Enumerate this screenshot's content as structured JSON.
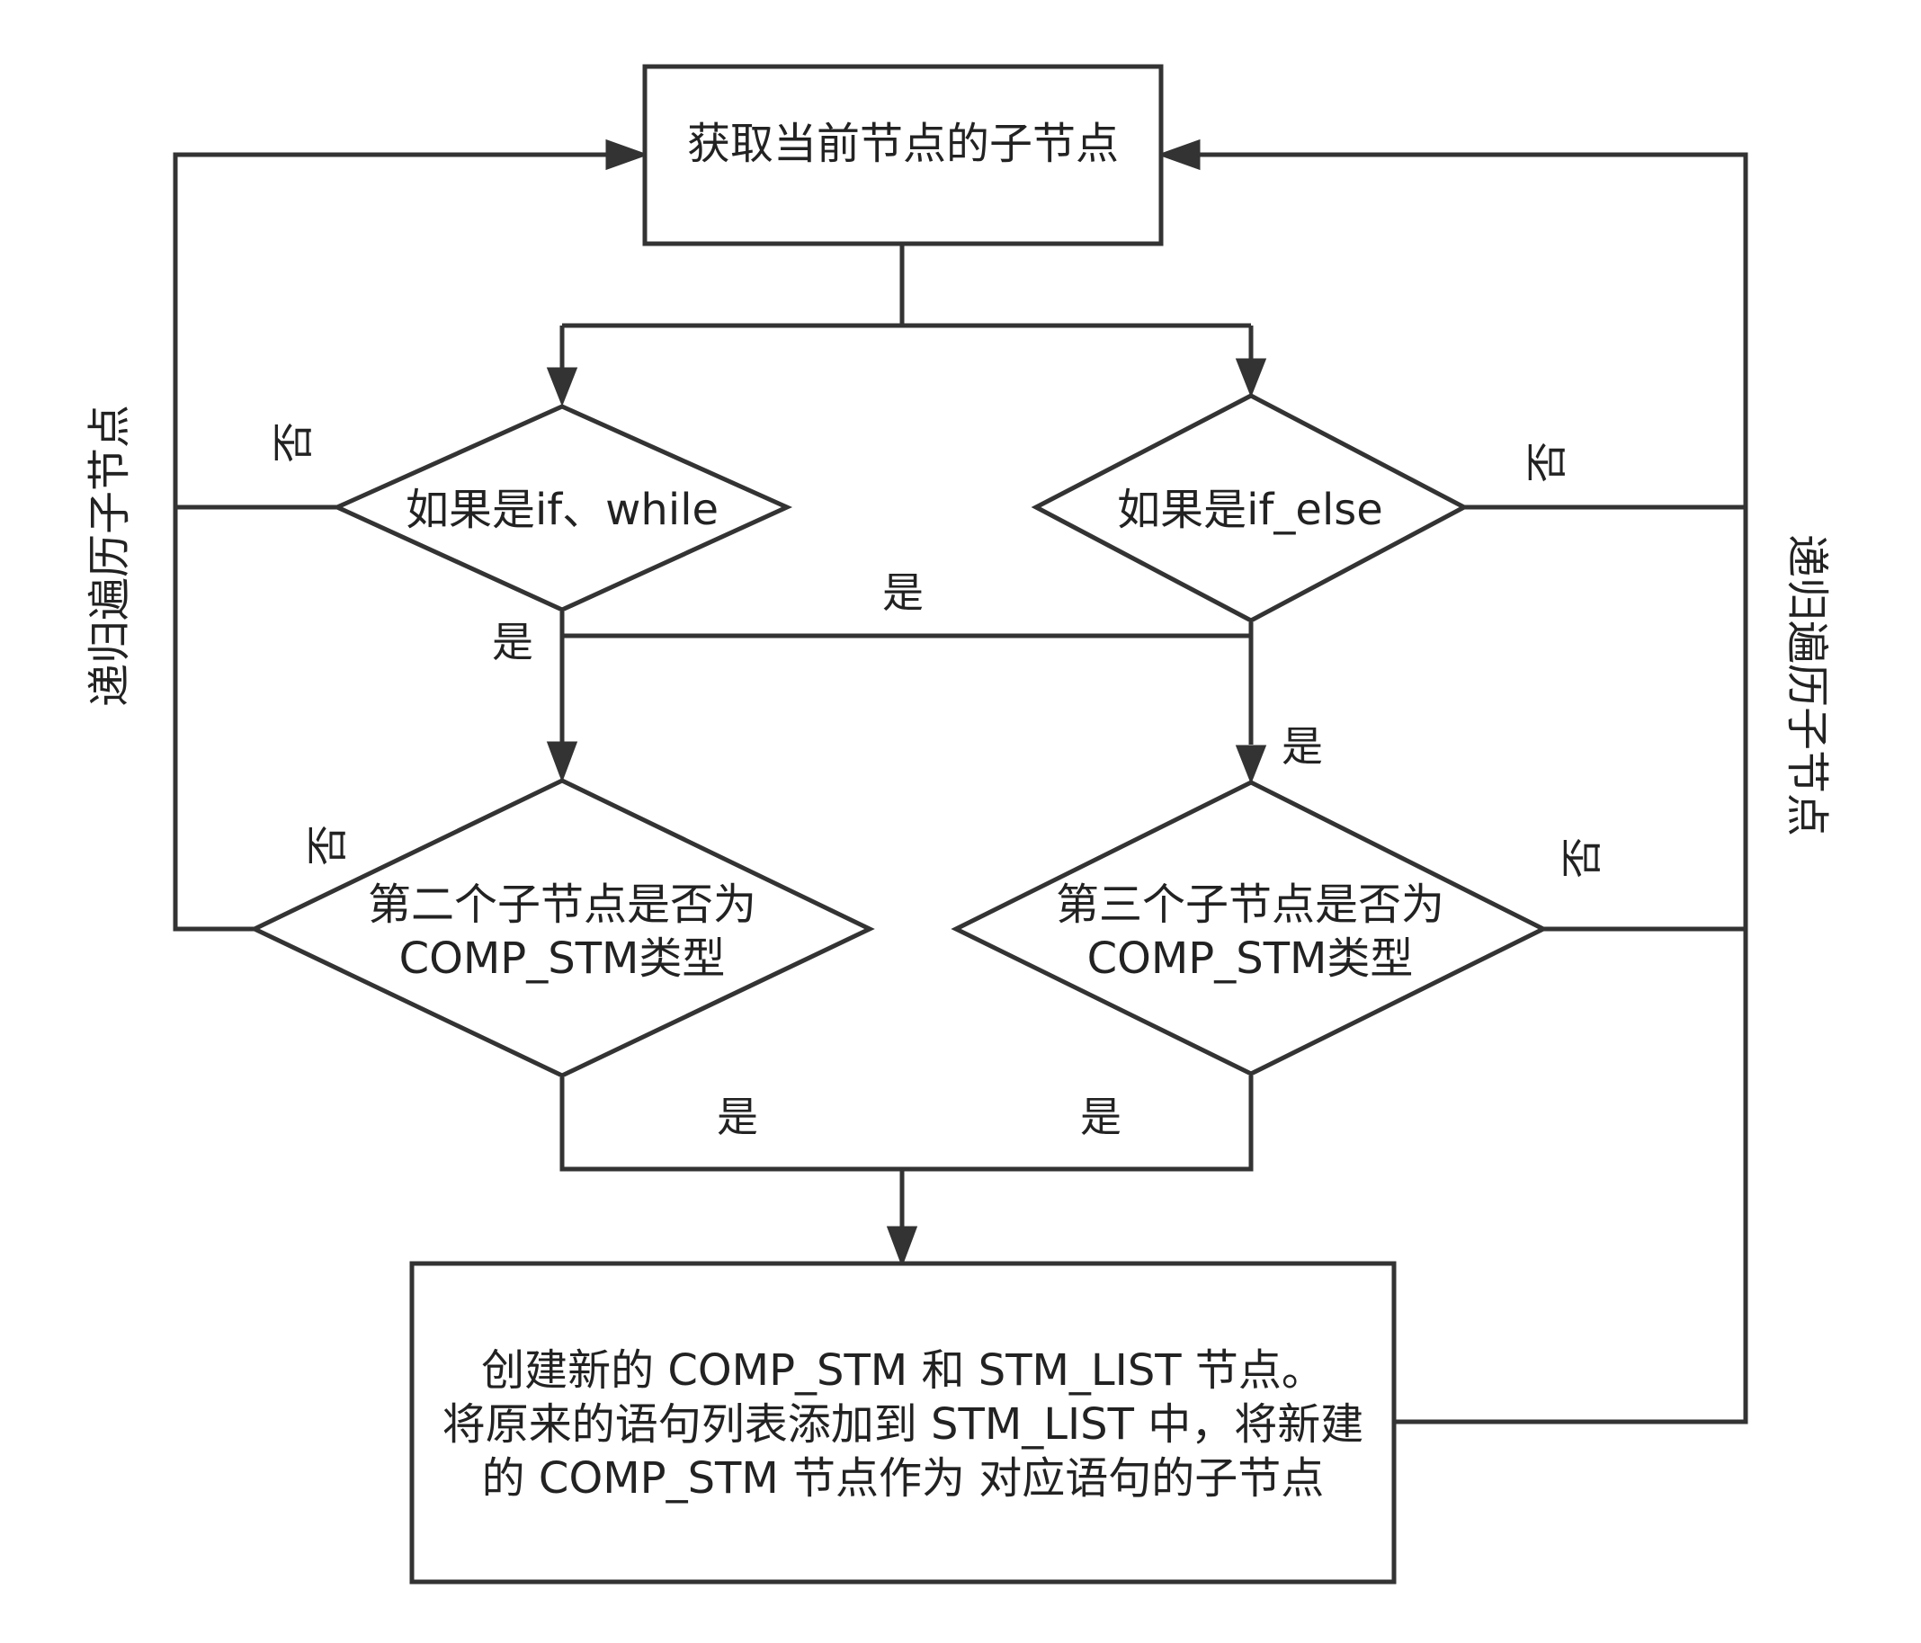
{
  "diagram": {
    "nodes": {
      "get_children": "获取当前节点的子节点",
      "check_if_while": "如果是if、while",
      "check_if_else": "如果是if_else",
      "check_second_child": [
        "第二个子节点是否为",
        "COMP_STM类型"
      ],
      "check_third_child": [
        "第三个子节点是否为",
        "COMP_STM类型"
      ],
      "create_nodes": [
        "创建新的 COMP_STM 和 STM_LIST 节点。",
        "将原来的语句列表添加到 STM_LIST 中，将新建",
        "的 COMP_STM 节点作为 对应语句的子节点"
      ]
    },
    "edge_labels": {
      "no": "否",
      "yes": "是",
      "recurse": "递归遍历子节点"
    },
    "colors": {
      "line": "#333333",
      "text": "#222222",
      "background": "#ffffff"
    }
  }
}
